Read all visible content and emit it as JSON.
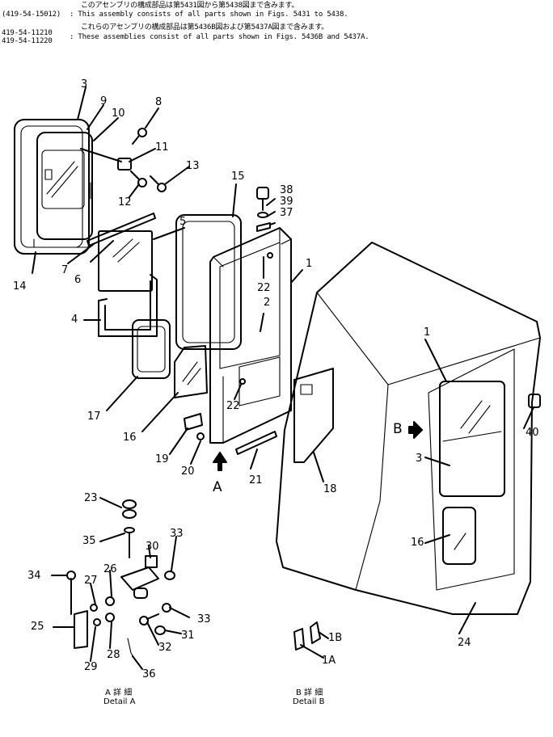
{
  "header": {
    "line1_jp": "このアセンブリの構成部品は第5431図から第5438図まで含みます。",
    "line1_code": "(419-54-15012)",
    "line1_en": ": This assembly consists of all parts shown in Figs. 5431 to 5438.",
    "line2_jp": "これらのアセンブリの構成部品は第5436B図および第5437A図まで含みます。",
    "line2_code_a": "419-54-11210",
    "line2_code_b": "419-54-11220",
    "line2_en": ": These assemblies consist of all parts shown in Figs. 5436B and 5437A."
  },
  "callouts": {
    "c1": "1",
    "c1b": "1",
    "c2": "2",
    "c3": "3",
    "c3b": "3",
    "c4": "4",
    "c5": "5",
    "c6": "6",
    "c7": "7",
    "c8": "8",
    "c9": "9",
    "c10": "10",
    "c11": "11",
    "c12": "12",
    "c13": "13",
    "c14": "14",
    "c15": "15",
    "c16": "16",
    "c16b": "16",
    "c17": "17",
    "c18": "18",
    "c19": "19",
    "c20": "20",
    "c21": "21",
    "c22a": "22",
    "c22b": "22",
    "c23": "23",
    "c24": "24",
    "c25": "25",
    "c26": "26",
    "c27": "27",
    "c28": "28",
    "c29": "29",
    "c30": "30",
    "c31": "31",
    "c32": "32",
    "c33a": "33",
    "c33b": "33",
    "c34": "34",
    "c35": "35",
    "c36": "36",
    "c37": "37",
    "c38": "38",
    "c39": "39",
    "c40": "40",
    "c1a": "1A",
    "c1bb": "1B",
    "viewA": "A",
    "viewB": "B"
  },
  "captions": {
    "detail_a_jp": "A 詳 細",
    "detail_a_en": "Detail A",
    "detail_b_jp": "B 詳 細",
    "detail_b_en": "Detail B"
  }
}
